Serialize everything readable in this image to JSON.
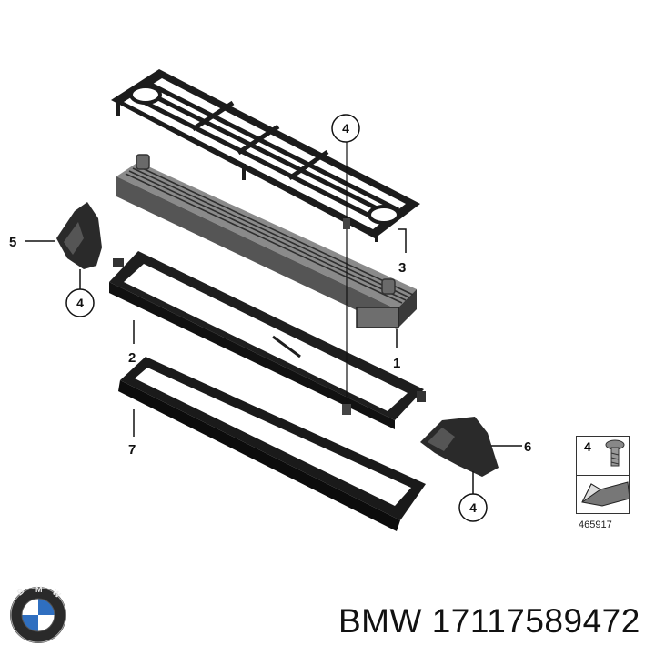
{
  "callouts": {
    "part_1": "1",
    "part_2": "2",
    "part_3": "3",
    "part_4_top": "4",
    "part_4_left": "4",
    "part_4_right": "4",
    "part_5": "5",
    "part_6": "6",
    "part_7": "7"
  },
  "legend": {
    "label": "4",
    "code": "465917"
  },
  "caption": "BMW 17117589472",
  "colors": {
    "ink": "#111111",
    "part_dark": "#2a2a2a",
    "cooler_grey": "#7d7d7d"
  }
}
